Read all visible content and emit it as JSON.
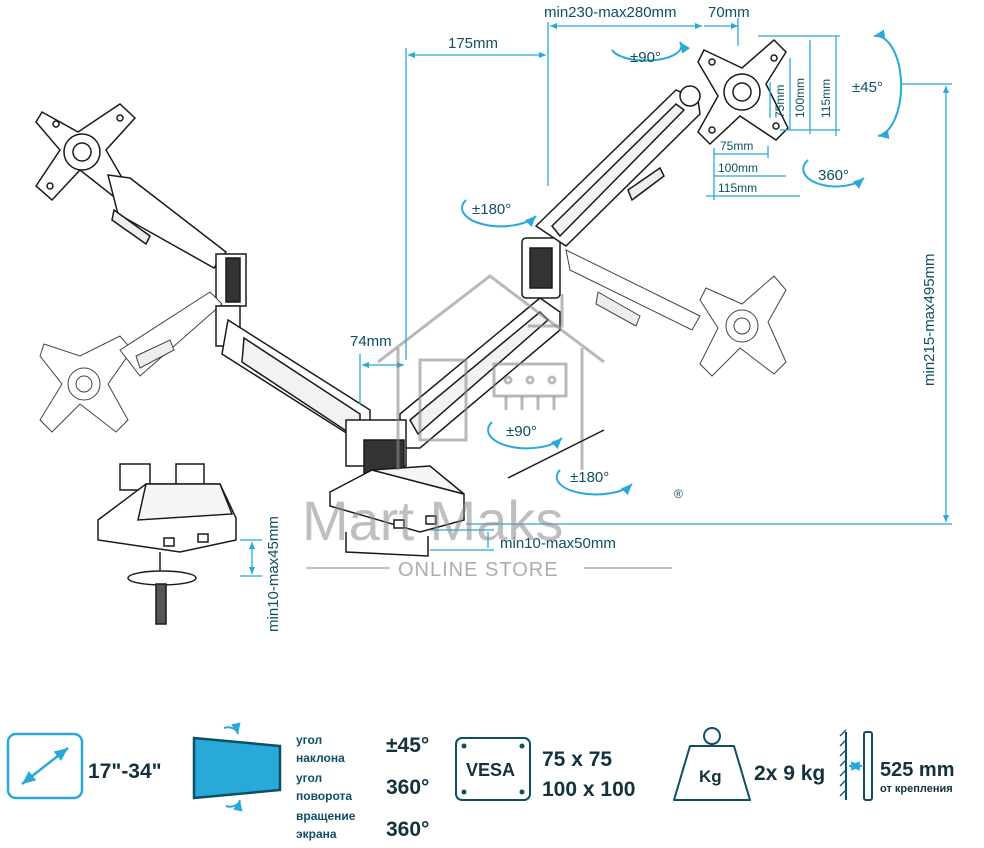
{
  "dimensions": {
    "arm_reach": "175mm",
    "arm_length_range": "min230-max280mm",
    "head_offset": "70mm",
    "pole_offset": "74mm",
    "height_range": "min215-max495mm",
    "clamp_thickness": "min10-max45mm",
    "grommet_thickness": "min10-max50mm",
    "vesa_v75": "75mm",
    "vesa_v100": "100mm",
    "vesa_v115": "115mm",
    "vesa_h75": "75mm",
    "vesa_h100": "100mm",
    "vesa_h115": "115mm"
  },
  "rotations": {
    "swivel_head": "±90°",
    "tilt": "±45°",
    "rotate": "360°",
    "arm_joint": "±180°",
    "base_swivel": "±90°",
    "base_rotate": "±180°"
  },
  "watermark": {
    "brand": "Mart Maks",
    "registered": "®",
    "subtitle": "ONLINE STORE"
  },
  "specs": {
    "screen_size": "17\"-34\"",
    "tilt_label": "угол наклона",
    "tilt_value": "±45°",
    "rotate_label": "угол поворота",
    "rotate_value": "360°",
    "screen_rot_label": "вращение экрана",
    "screen_rot_value": "360°",
    "vesa_badge": "VESA",
    "vesa_1": "75 x 75",
    "vesa_2": "100 x 100",
    "weight_badge": "Kg",
    "weight": "2x 9 kg",
    "wall_distance": "525 mm",
    "wall_distance_label": "от крепления"
  },
  "colors": {
    "accent": "#29a9d8",
    "dimension_text": "#0d4f63",
    "line": "#1a1a1a",
    "watermark": "#8a8a8a"
  }
}
